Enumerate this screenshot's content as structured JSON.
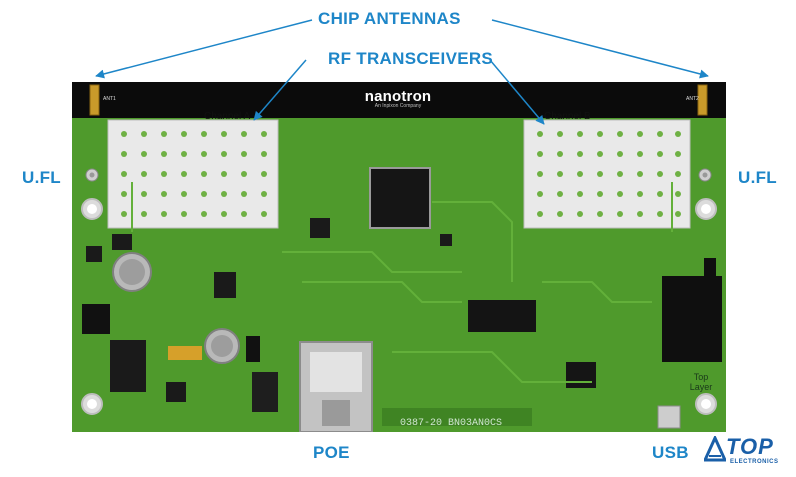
{
  "callouts": {
    "chip_antennas": "CHIP ANTENNAS",
    "rf_transceivers": "RF TRANSCEIVERS",
    "ufl_left": "U.FL",
    "ufl_right": "U.FL",
    "poe": "POE",
    "usb": "USB"
  },
  "board": {
    "brand": "nanotron",
    "brand_sub": "An Inpixon Company",
    "channel_a": "Channel A",
    "channel_b": "Channel B",
    "ant1": "ANT1",
    "ant2": "ANT2",
    "part_number": "0387-20  BN03AN0CS",
    "top_layer": "Top Layer"
  },
  "logo": {
    "name": "TOP",
    "sub": "ELECTRONICS"
  },
  "colors": {
    "callout": "#1e86c8",
    "pcb_green": "#4f9a2c",
    "pcb_dark": "#0b0b0b",
    "logo": "#1a5fa8"
  }
}
